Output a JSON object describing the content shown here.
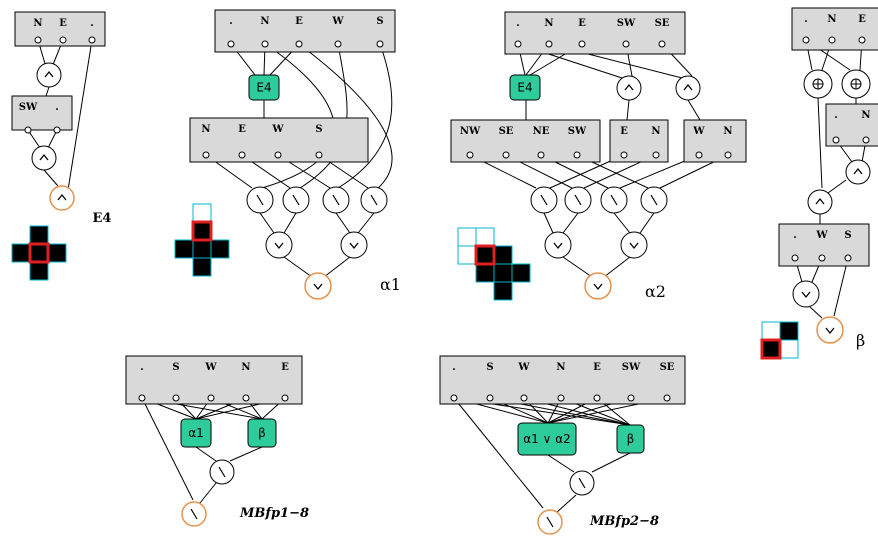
{
  "colors": {
    "box_fill": "#d9d9d9",
    "module_fill": "#2ecc9a",
    "output_ring": "#e8914a",
    "grid_cell": "#000000",
    "grid_highlight": "#e02020",
    "grid_outline": "#00b8c8"
  },
  "e4_panel": {
    "label": "E4",
    "top_box": [
      "N",
      "E",
      "."
    ],
    "sub_box": [
      "SW",
      "."
    ],
    "and_symbol": "^",
    "out_symbol": "^"
  },
  "alpha1_panel": {
    "label": "α1",
    "top_box": [
      ".",
      "N",
      "E",
      "W",
      "S"
    ],
    "module": "E4",
    "mid_box": [
      "N",
      "E",
      "W",
      "S"
    ],
    "diff_symbol": "\\",
    "or_symbol": "v"
  },
  "alpha2_panel": {
    "label": "α2",
    "top_box": [
      ".",
      "N",
      "E",
      "SW",
      "SE"
    ],
    "module": "E4",
    "mid_box": [
      "NW",
      "SE",
      "NE",
      "SW"
    ],
    "box_b": [
      "E",
      "N"
    ],
    "box_c": [
      "W",
      "N"
    ]
  },
  "beta_panel": {
    "label": "β",
    "top_box": [
      ".",
      "N",
      "E"
    ],
    "side_box": [
      ".",
      "N"
    ],
    "low_box": [
      ".",
      "W",
      "S"
    ],
    "xor_symbol": "⊕"
  },
  "mbfp1_panel": {
    "label": "MBfp1−8",
    "top_box": [
      ".",
      "S",
      "W",
      "N",
      "E"
    ],
    "module_a": "α1",
    "module_b": "β"
  },
  "mbfp2_panel": {
    "label": "MBfp2−8",
    "top_box": [
      ".",
      "S",
      "W",
      "N",
      "E",
      "SW",
      "SE"
    ],
    "module_a": "α1 ∨ α2",
    "module_b": "β"
  }
}
